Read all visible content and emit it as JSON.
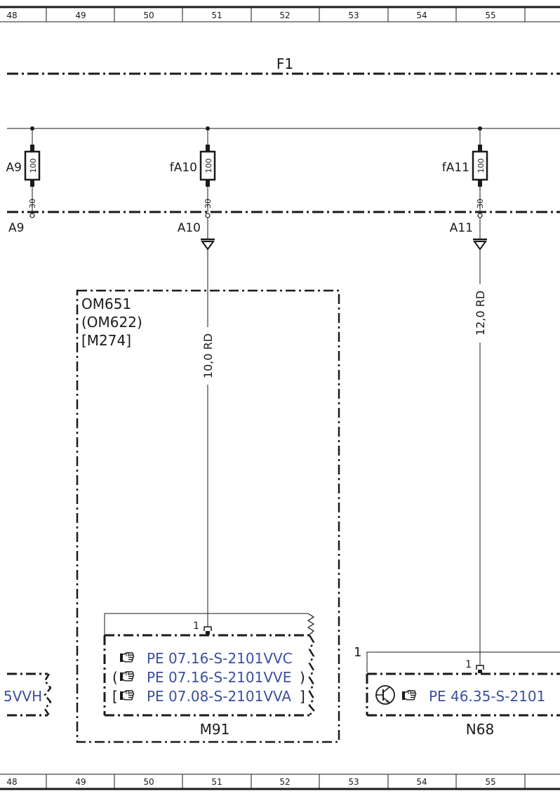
{
  "grid": {
    "columns": [
      "48",
      "49",
      "50",
      "51",
      "52",
      "53",
      "54",
      "55"
    ]
  },
  "header": {
    "title": "F1"
  },
  "fuses": [
    {
      "label": "A9",
      "rating": "100",
      "pin": "30",
      "terminal": "A9"
    },
    {
      "label": "fA10",
      "rating": "100",
      "pin": "30",
      "terminal": "A10"
    },
    {
      "label": "fA11",
      "rating": "100",
      "pin": "30",
      "terminal": "A11"
    }
  ],
  "wires": {
    "w1": "10,0 RD",
    "w2": "12,0 RD"
  },
  "engine_box": {
    "line1": "OM651",
    "line2": "(OM622)",
    "line3": "[M274]"
  },
  "m91": {
    "name": "M91",
    "pin": "1",
    "ref1": "PE 07.16-S-2101VVC",
    "ref2": "PE 07.16-S-2101VVE",
    "ref3": "PE 07.08-S-2101VVA",
    "open_paren": "(",
    "close_paren": ")",
    "open_bracket": "[",
    "close_bracket": "]"
  },
  "n68": {
    "name": "N68",
    "pin": "1",
    "pin_outer": "1",
    "ref": "PE 46.35-S-2101"
  },
  "left_fragment": {
    "ref": "5VVH"
  },
  "icons": {
    "hand_pointer": "hand-pointer-icon",
    "transistor": "transistor-icon"
  },
  "colors": {
    "line": "#1a1a1a",
    "link": "#3b4fa0"
  }
}
